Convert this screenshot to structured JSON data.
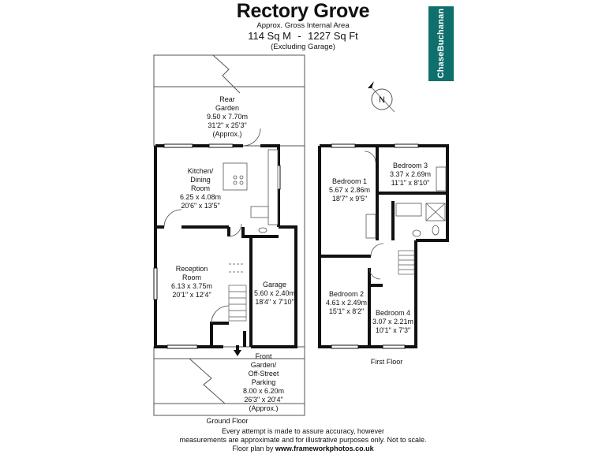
{
  "header": {
    "title": "Rectory Grove",
    "subtitle": "Approx. Gross Internal Area",
    "area_sqm": "114 Sq M",
    "area_separator": "-",
    "area_sqft": "1227 Sq Ft",
    "excluding": "(Excluding Garage)"
  },
  "brand": {
    "name": "ChaseBuchanan",
    "color": "#0e6f6d"
  },
  "ground_floor": {
    "label": "Ground Floor",
    "rooms": [
      {
        "id": "rear-garden",
        "name": [
          "Rear",
          "Garden"
        ],
        "metric": "9.50 x 7.70m",
        "imperial": "31'2\" x 25'3\"",
        "note": "(Approx.)"
      },
      {
        "id": "kitchen",
        "name": [
          "Kitchen/",
          "Dining",
          "Room"
        ],
        "metric": "6.25 x 4.08m",
        "imperial": "20'6\" x 13'5\""
      },
      {
        "id": "reception",
        "name": [
          "Reception",
          "Room"
        ],
        "metric": "6.13 x 3.75m",
        "imperial": "20'1\" x 12'4\""
      },
      {
        "id": "garage",
        "name": [
          "Garage"
        ],
        "metric": "5.60 x 2.40m",
        "imperial": "18'4\" x 7'10\""
      },
      {
        "id": "front-garden",
        "name": [
          "Front",
          "Garden/",
          "Off-Street",
          "Parking"
        ],
        "metric": "8.00 x 6.20m",
        "imperial": "26'3\" x 20'4\"",
        "note": "(Approx.)"
      }
    ]
  },
  "first_floor": {
    "label": "First Floor",
    "rooms": [
      {
        "id": "bedroom-1",
        "name": [
          "Bedroom 1"
        ],
        "metric": "5.67 x 2.86m",
        "imperial": "18'7\" x 9'5\""
      },
      {
        "id": "bedroom-3",
        "name": [
          "Bedroom 3"
        ],
        "metric": "3.37 x 2.69m",
        "imperial": "11'1\" x 8'10\""
      },
      {
        "id": "bedroom-2",
        "name": [
          "Bedroom 2"
        ],
        "metric": "4.61 x 2.49m",
        "imperial": "15'1\" x 8'2\""
      },
      {
        "id": "bedroom-4",
        "name": [
          "Bedroom 4"
        ],
        "metric": "3.07 x 2.21m",
        "imperial": "10'1\" x 7'3\""
      }
    ]
  },
  "compass": {
    "letter": "N"
  },
  "disclaimer": {
    "line1": "Every attempt is made to assure accuracy, however",
    "line2": "measurements are approximate and for illustrative purposes only. Not to scale.",
    "line3_prefix": "Floor plan by",
    "line3_site": "www.frameworkphotos.co.uk"
  }
}
